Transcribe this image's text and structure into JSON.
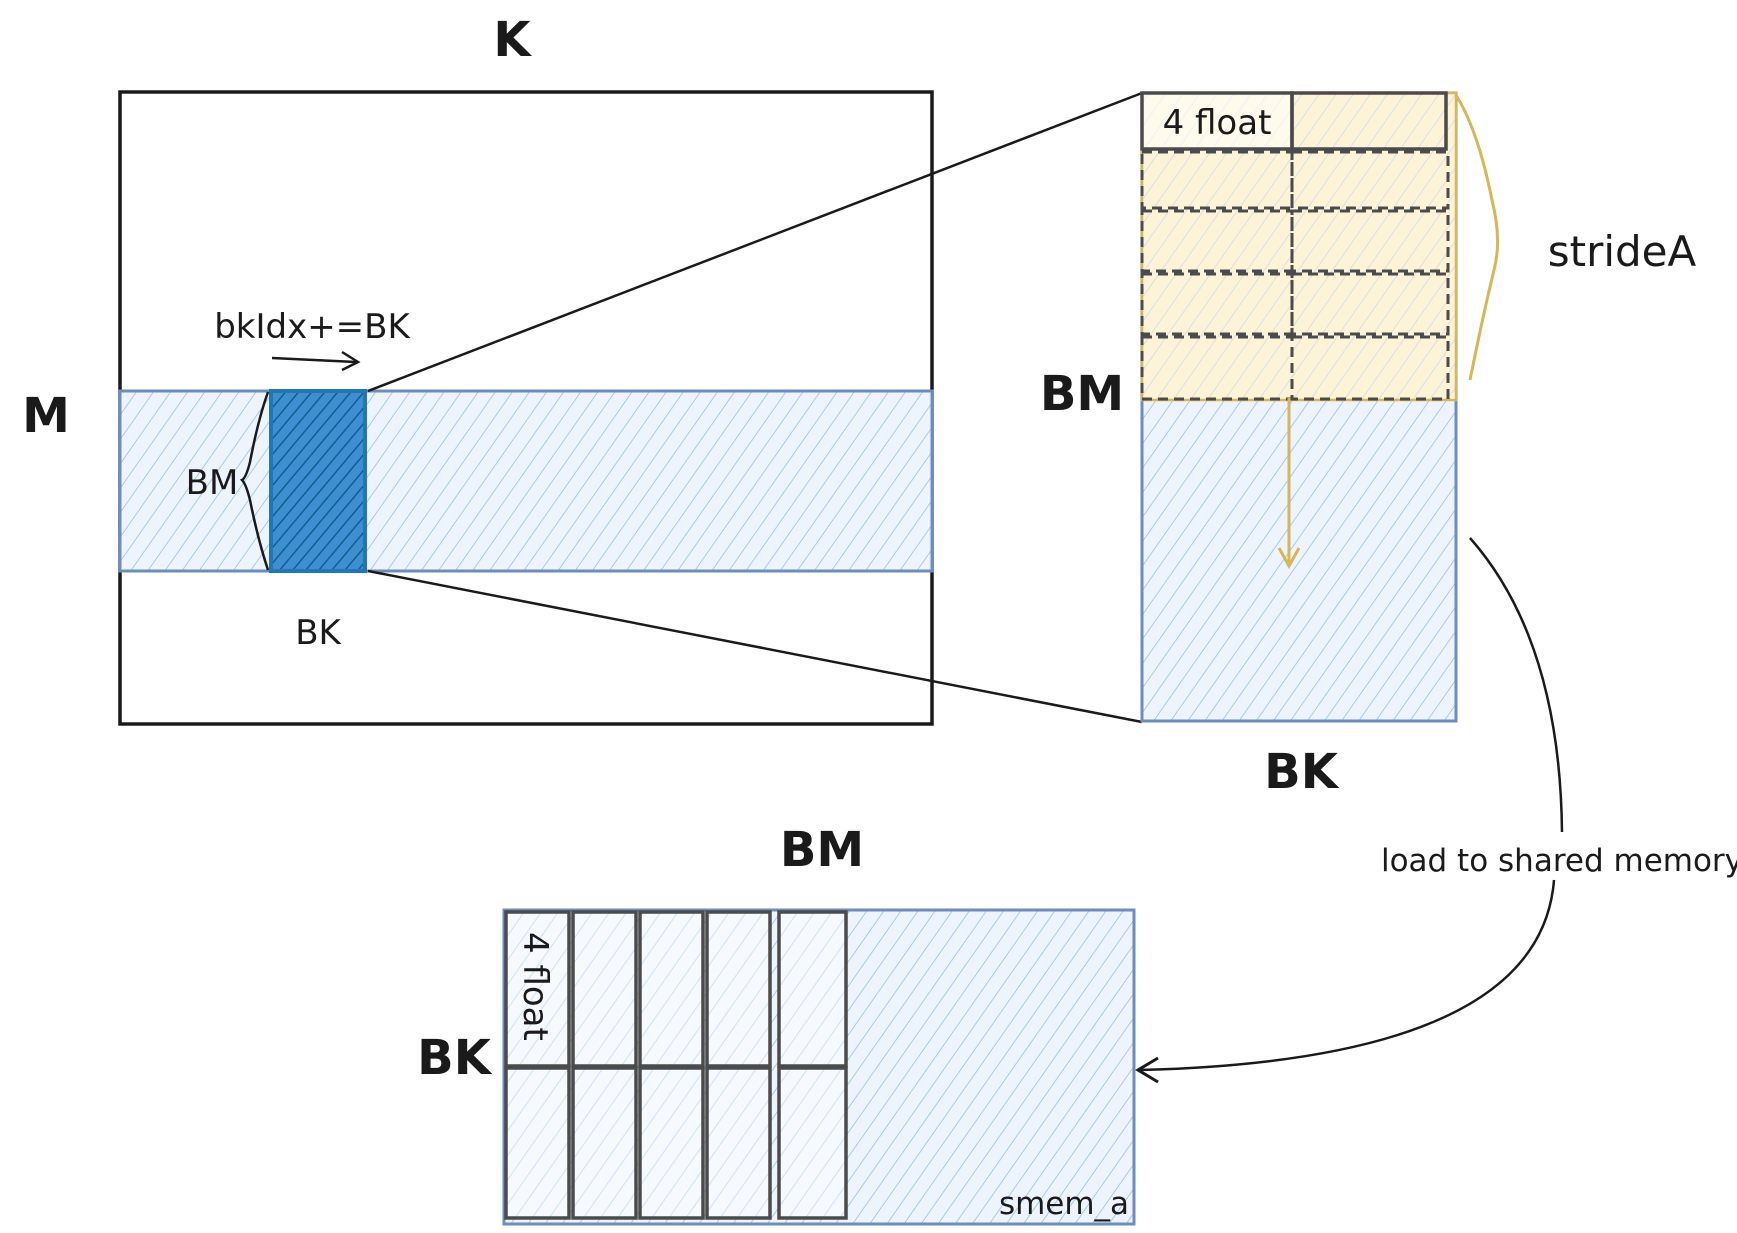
{
  "labels": {
    "k_top": "K",
    "m_left": "M",
    "bm_slice": "BM",
    "bk_slice": "BK",
    "bkidx": "bkIdx+=BK",
    "four_float_top": "4 float",
    "stride_a": "strideA",
    "bm_zoom": "BM",
    "bk_zoom": "BK",
    "load_caption": "load to shared memory",
    "bm_smem": "BM",
    "bk_smem": "BK",
    "four_float_smem": "4 float",
    "smem_name": "smem_a"
  },
  "colors": {
    "ink": "#1a1a1a",
    "tile_stroke": "#4b4b4b",
    "blue_stroke": "#6c8ebf",
    "blue_fill": "#dae8fc",
    "blue_hatch": "#a9c8ee",
    "dark_blue": "#1f77b4",
    "dark_blue_hatch": "#1a6aa6",
    "gold": "#d6b656",
    "gold_fill": "#fff2cc"
  }
}
